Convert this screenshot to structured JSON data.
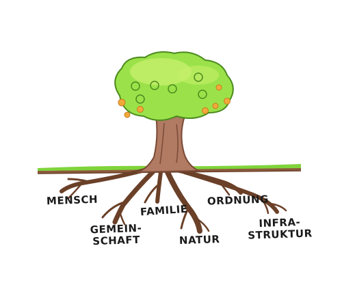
{
  "illustration": {
    "root_labels": {
      "mensch": "MENSCH",
      "gemeinschaft": "GEMEIN-\nSCHAFT",
      "familie": "FAMILIE",
      "natur": "NATUR",
      "ordnung": "ORDNUNG",
      "infrastruktur": "INFRA-\nSTRUKTUR"
    },
    "colors": {
      "canopy": "#9be24a",
      "canopy_light": "#c6f06a",
      "trunk": "#b07a63",
      "trunk_dark": "#7a4a36",
      "ground": "#8b5a3c",
      "grass": "#7fd43a",
      "apple": "#f2a93b",
      "outline": "#1a1a1a"
    }
  }
}
